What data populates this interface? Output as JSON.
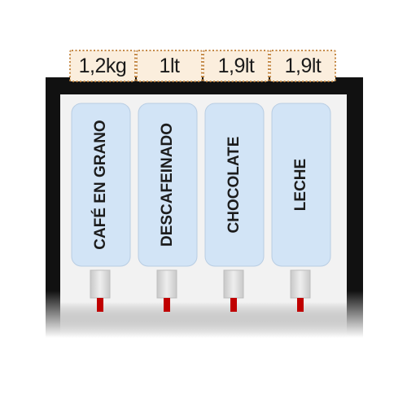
{
  "capacities": [
    {
      "label": "1,2kg"
    },
    {
      "label": "1lt"
    },
    {
      "label": "1,9lt"
    },
    {
      "label": "1,9lt"
    }
  ],
  "canisters": [
    {
      "label": "CAFÉ EN GRANO"
    },
    {
      "label": "DESCAFEINADO"
    },
    {
      "label": "CHOCOLATE"
    },
    {
      "label": "LECHE"
    }
  ],
  "colors": {
    "cabinet": "#111111",
    "interior": "#f2f2f2",
    "canister": "#d2e4f6",
    "canister_border": "#b8cde3",
    "capacity_fill": "#fbeedd",
    "capacity_border": "#c58a47",
    "spout": "#dcdcdc",
    "valve": "#c00000"
  }
}
